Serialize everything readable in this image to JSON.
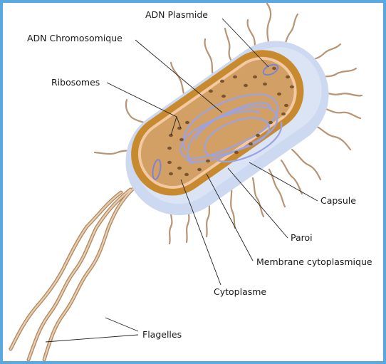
{
  "labels": {
    "adn_plasmide": "ADN Plasmide",
    "adn_chromosomique": "ADN Chromosomique",
    "ribosomes": "Ribosomes",
    "capsule": "Capsule",
    "paroi": "Paroi",
    "membrane": "Membrane cytoplasmique",
    "cytoplasme": "Cytoplasme",
    "flagelles": "Flagelles"
  },
  "colors": {
    "frame": "#5aa8e0",
    "capsule": "#cdd9f0",
    "wall": "#c88a2e",
    "membrane": "#f3c9a4",
    "cytoplasm": "#d2a064",
    "dna": "#9aa2e6",
    "ribosome": "#7b5530",
    "pili": "#c9a98a",
    "flagella": "#d9b48e"
  }
}
